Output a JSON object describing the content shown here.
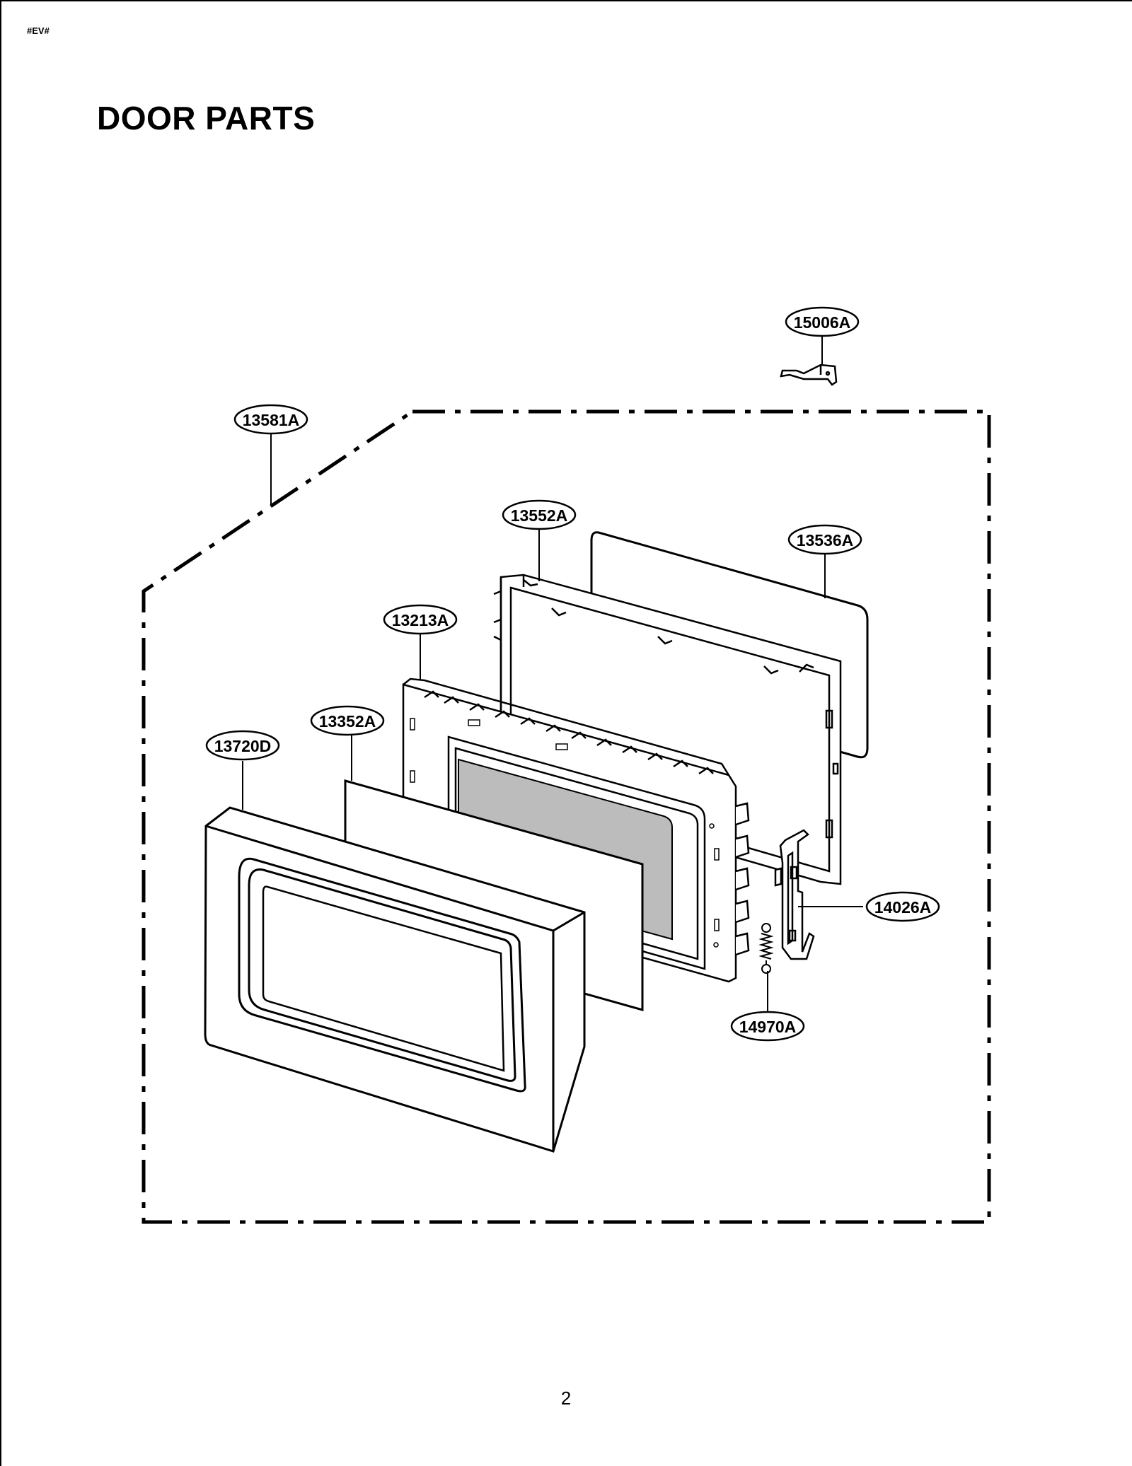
{
  "doc_code": "#EV#",
  "title": "DOOR PARTS",
  "page_number": "2",
  "part_labels": {
    "p15006A": "15006A",
    "p13581A": "13581A",
    "p13552A": "13552A",
    "p13536A": "13536A",
    "p13213A": "13213A",
    "p13352A": "13352A",
    "p13720D": "13720D",
    "p14026A": "14026A",
    "p14970A": "14970A"
  }
}
